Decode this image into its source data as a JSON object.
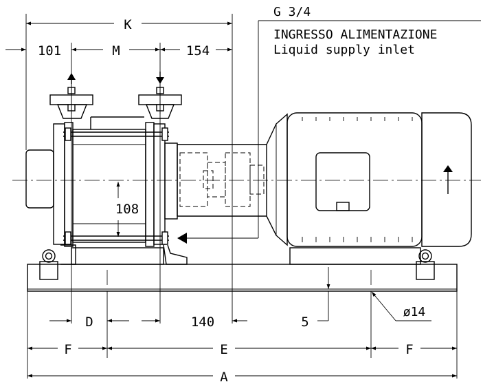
{
  "dimensions": {
    "K": "K",
    "d101": "101",
    "M": "M",
    "d154": "154",
    "d108": "108",
    "D": "D",
    "d140": "140",
    "d5": "5",
    "dia14": "ø14",
    "F_left": "F",
    "E": "E",
    "F_right": "F",
    "A": "A"
  },
  "callout": {
    "thread": "G 3/4",
    "label_it": "INGRESSO ALIMENTAZIONE",
    "label_en": "Liquid supply inlet"
  }
}
